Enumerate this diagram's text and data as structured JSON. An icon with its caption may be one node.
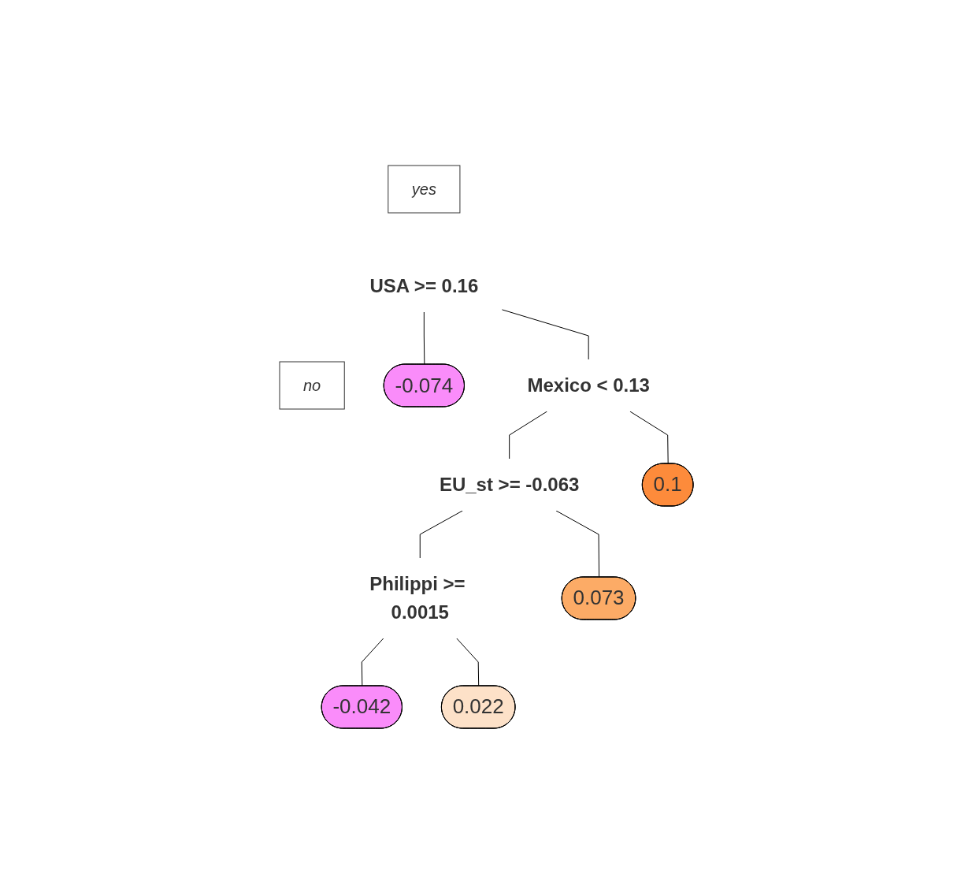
{
  "diagram": {
    "nodes": [
      {
        "text": [
          "yes"
        ]
      },
      {
        "text": [
          "USA >= 0.16"
        ]
      },
      {
        "text": [
          "no"
        ]
      },
      {
        "text": [
          "-0.074"
        ]
      },
      {
        "text": [
          "Mexico < 0.13"
        ]
      },
      {
        "text": [
          "EU_st >= -0.063"
        ]
      },
      {
        "text": [
          "0.1"
        ]
      },
      {
        "text": [
          "Philippi >= 0.0015"
        ]
      },
      {
        "text": [
          "0.073"
        ]
      },
      {
        "text": [
          "-0.042"
        ]
      },
      {
        "text": [
          "0.022"
        ]
      }
    ],
    "edges": [
      {
        "from": 1,
        "to": 3,
        "arrow": "none"
      },
      {
        "from": 1,
        "to": 4,
        "arrow": "none"
      },
      {
        "from": 4,
        "to": 5,
        "arrow": "none"
      },
      {
        "from": 4,
        "to": 6,
        "arrow": "none"
      },
      {
        "from": 5,
        "to": 7,
        "arrow": "none"
      },
      {
        "from": 5,
        "to": 8,
        "arrow": "none"
      },
      {
        "from": 7,
        "to": 9,
        "arrow": "none"
      },
      {
        "from": 7,
        "to": 10,
        "arrow": "none"
      }
    ]
  }
}
